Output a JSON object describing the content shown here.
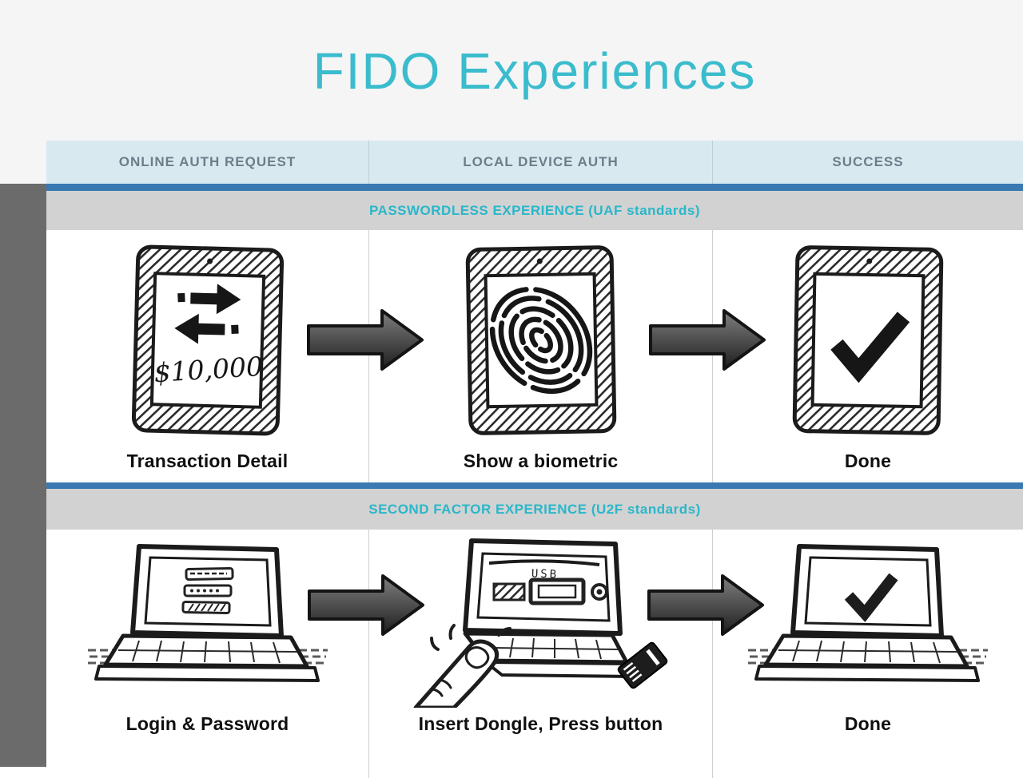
{
  "title": "FIDO Experiences",
  "colors": {
    "title_text": "#3bbccd",
    "header_bg": "#d9e9f0",
    "header_text": "#6d7e8a",
    "accent_bar": "#3a79b2",
    "section_bg": "#d2d2d3",
    "section_text": "#29b7c9",
    "left_bar": "#6b6b6b",
    "page_band": "#f5f5f6",
    "sketch_ink": "#161616"
  },
  "table": {
    "columns": [
      {
        "label": "ONLINE AUTH REQUEST"
      },
      {
        "label": "LOCAL DEVICE AUTH"
      },
      {
        "label": "SUCCESS"
      }
    ],
    "rows": [
      {
        "section": "PASSWORDLESS EXPERIENCE (UAF standards)",
        "steps": [
          {
            "label": "Transaction Detail",
            "icon": "tablet-transaction-icon",
            "screen_text": "$10,000"
          },
          {
            "label": "Show a biometric",
            "icon": "tablet-fingerprint-icon"
          },
          {
            "label": "Done",
            "icon": "tablet-checkmark-icon"
          }
        ]
      },
      {
        "section": "SECOND FACTOR EXPERIENCE (U2F standards)",
        "steps": [
          {
            "label": "Login & Password",
            "icon": "laptop-login-form-icon"
          },
          {
            "label": "Insert Dongle, Press button",
            "icon": "laptop-usb-dongle-icon",
            "port_label": "USB"
          },
          {
            "label": "Done",
            "icon": "laptop-checkmark-icon"
          }
        ]
      }
    ]
  },
  "flow": {
    "arrow_icon": "right-arrow"
  }
}
